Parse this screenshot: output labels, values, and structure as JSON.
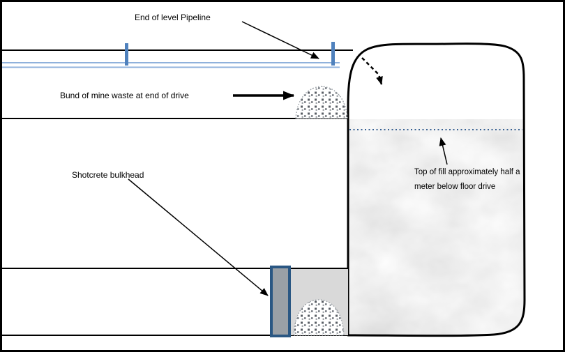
{
  "diagram": {
    "type": "mine-stope-backfill-cross-section",
    "labels": {
      "end_of_pipeline": "End of level Pipeline",
      "bund": "Bund of mine waste at end of drive",
      "bulkhead": "Shotcrete bulkhead",
      "top_of_fill_line1": "Top of fill approximately half a",
      "top_of_fill_line2": "meter below floor drive"
    },
    "colors": {
      "outline": "#000000",
      "pipeline": "#8fb1dc",
      "pipeline_support": "#4f81bd",
      "fill_top_dotted_line": "#365f91",
      "bulkhead_frame": "#2a5783",
      "bulkhead_fill": "#9aa0a6",
      "backfill_behind_bulkhead": "#d9d9d9",
      "waste_speckle": "#5a5f66",
      "stope_fill_texture": "#e3e3e3"
    },
    "shapes": [
      "upper-drive",
      "lower-drive",
      "level-pipeline",
      "stope-outline",
      "top-of-fill-dotted-line",
      "waste-bund-upper",
      "waste-bund-lower",
      "shotcrete-bulkhead",
      "fill-behind-bulkhead",
      "discharge-dashed-arrow"
    ]
  }
}
